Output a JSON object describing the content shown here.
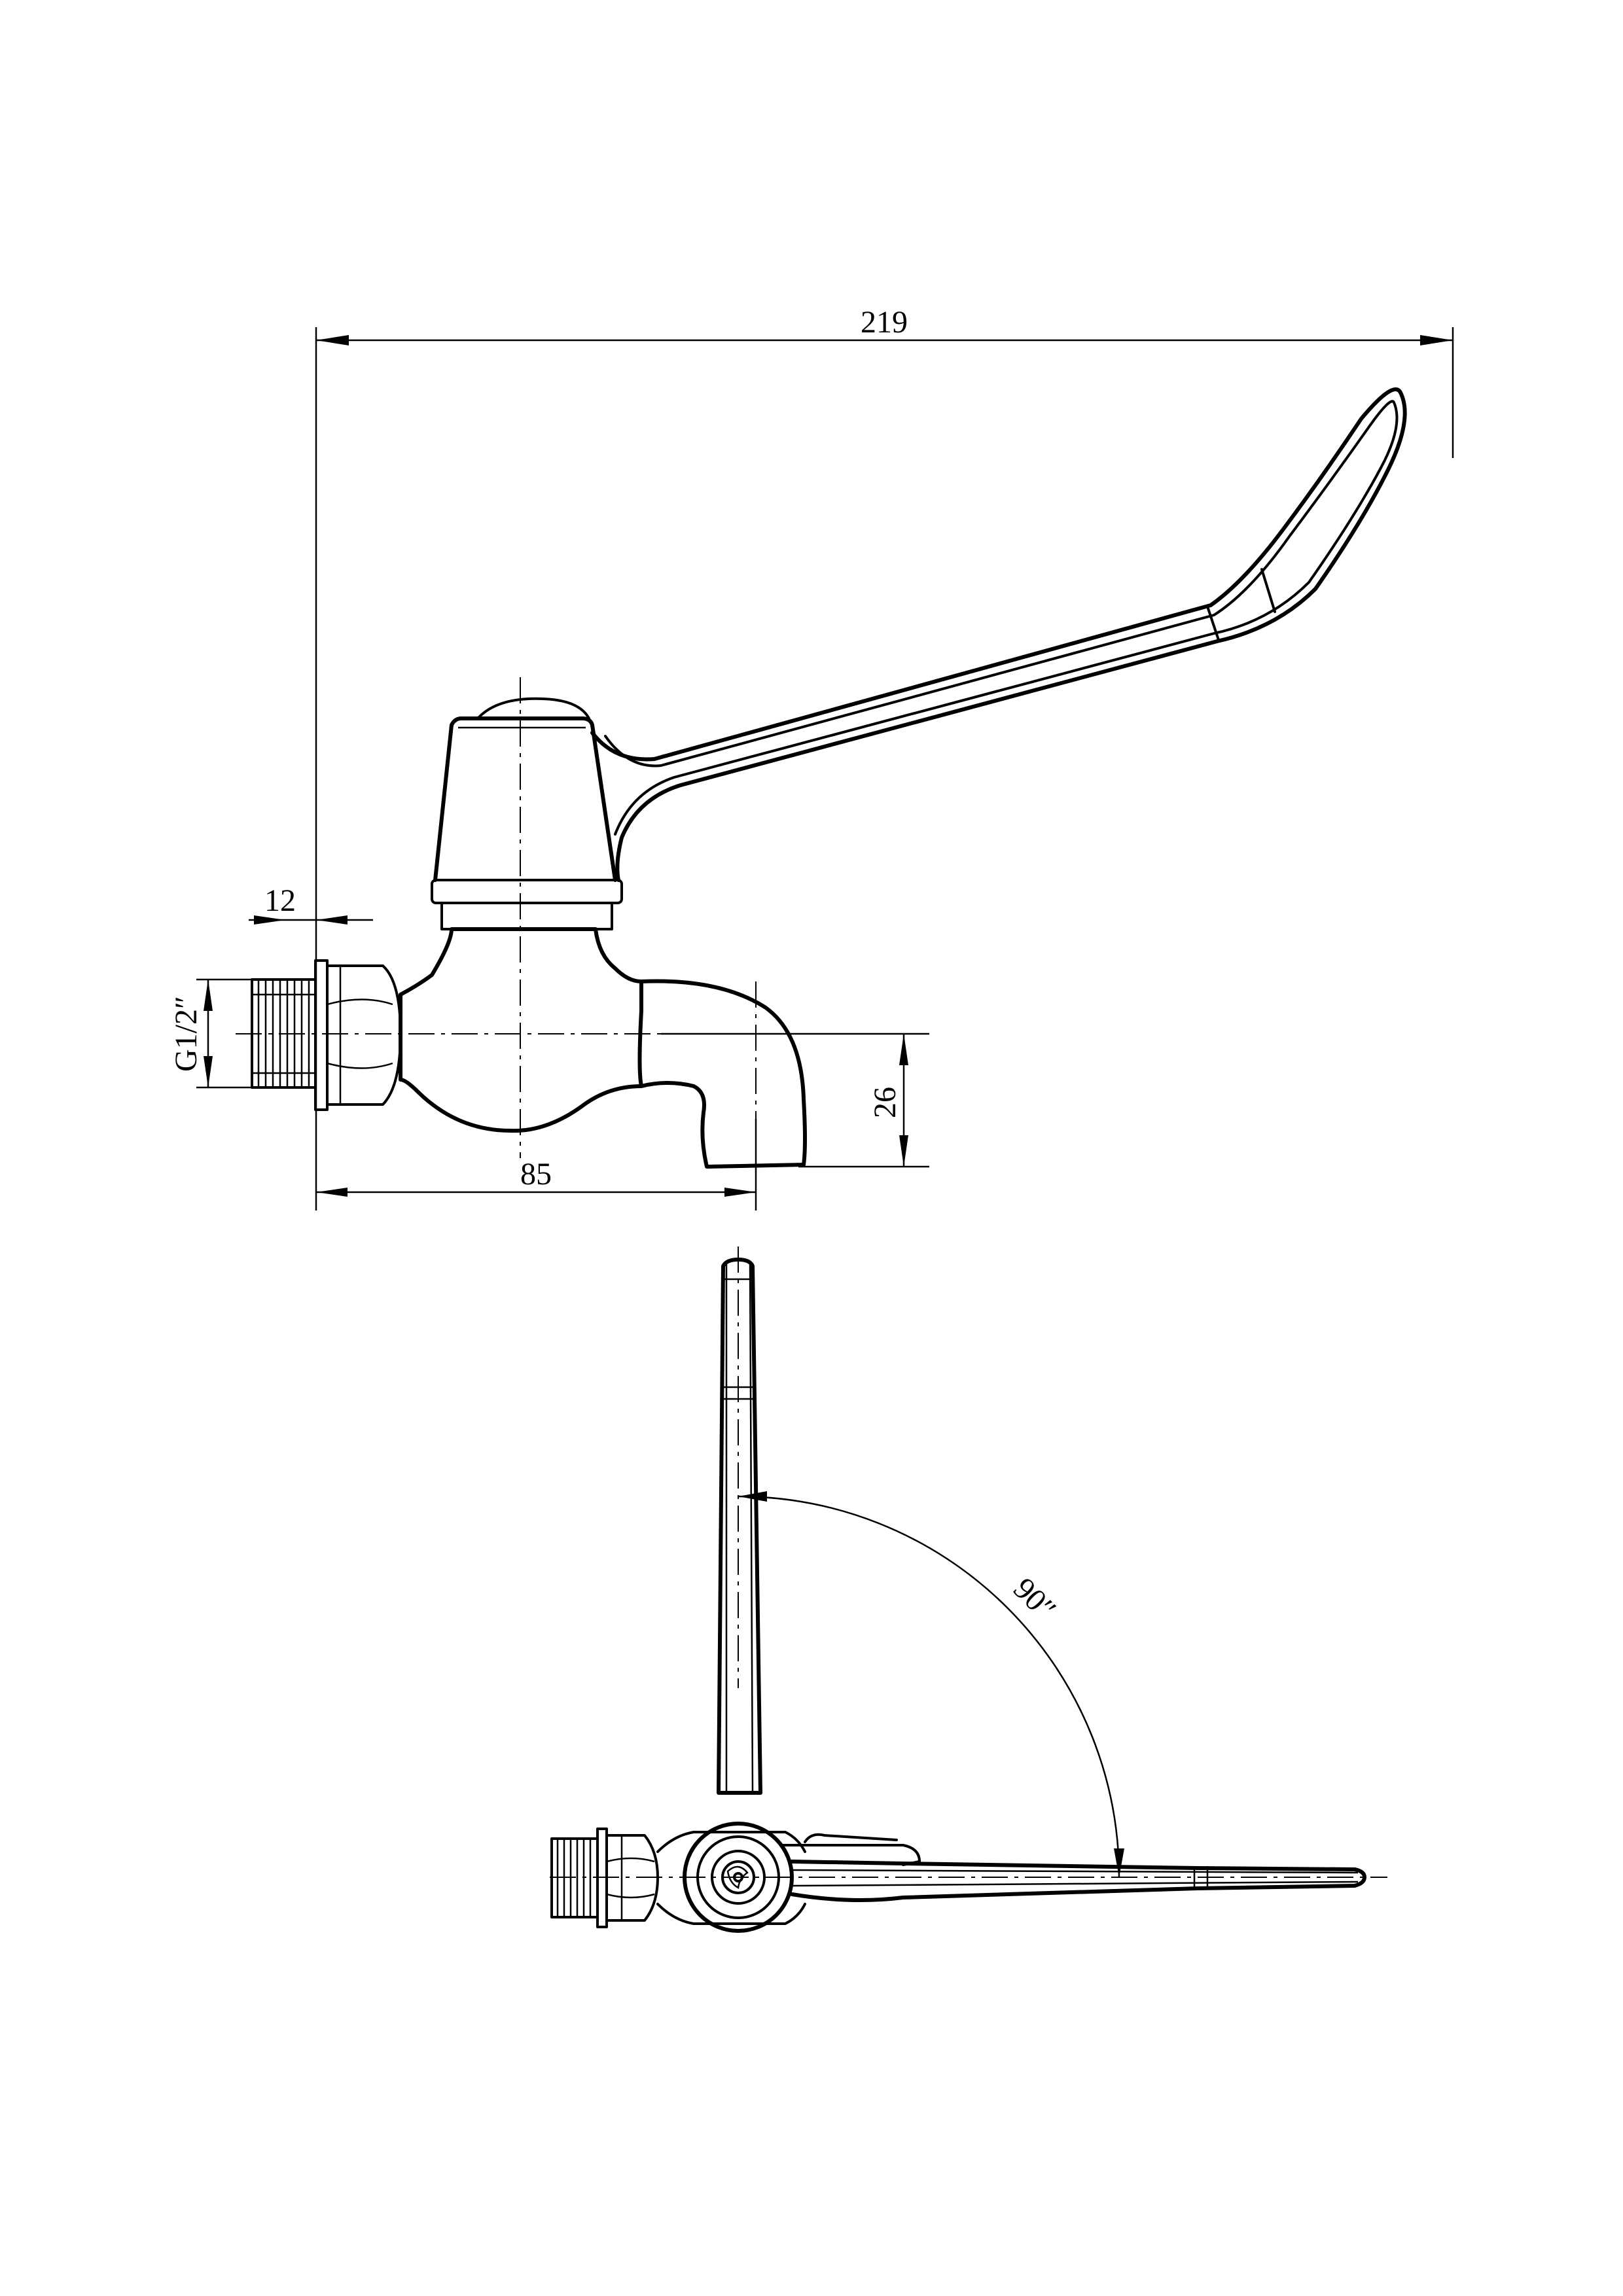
{
  "dimensions": {
    "overall_length": "219",
    "thread_length": "12",
    "thread_size": "G1/2″",
    "spout_height": "26",
    "spout_reach": "85",
    "lever_angle": "90″"
  }
}
